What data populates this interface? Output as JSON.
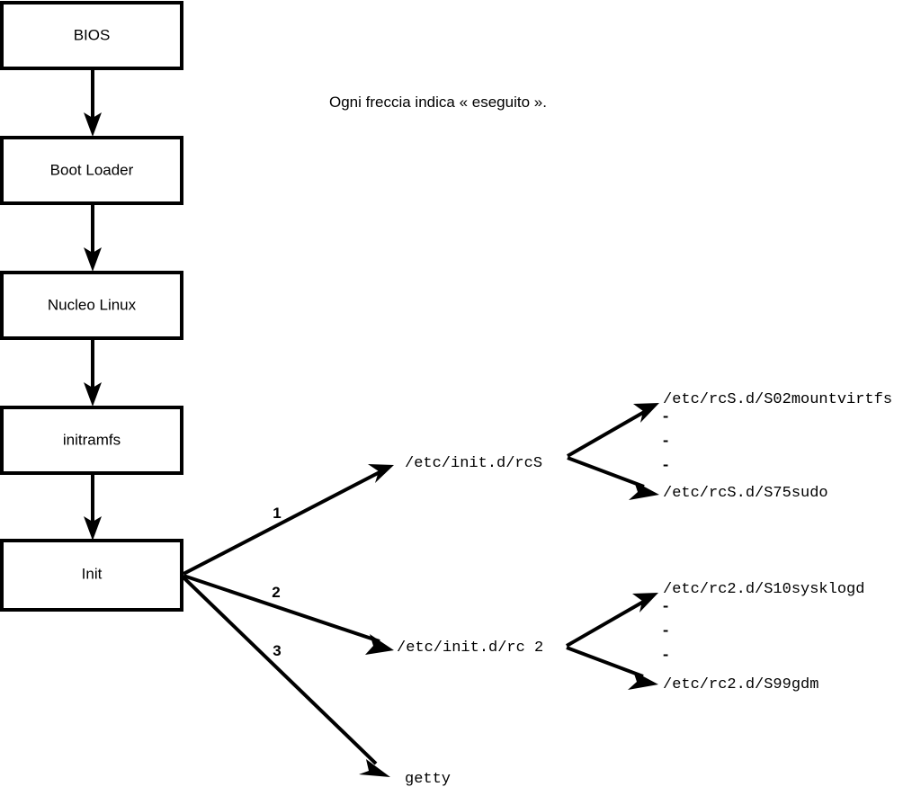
{
  "diagram": {
    "caption": "Ogni freccia indica « eseguito ».",
    "boot_chain": [
      {
        "label": "BIOS"
      },
      {
        "label": "Boot Loader"
      },
      {
        "label": "Nucleo Linux"
      },
      {
        "label": "initramfs"
      },
      {
        "label": "Init"
      }
    ],
    "init_branches": [
      {
        "number": "1",
        "label": "/etc/init.d/rcS"
      },
      {
        "number": "2",
        "label": "/etc/init.d/rc 2"
      },
      {
        "number": "3",
        "label": "getty"
      }
    ],
    "rcs_scripts": {
      "first": "/etc/rcS.d/S02mountvirtfs",
      "ellipsis": [
        "-",
        "-",
        "-"
      ],
      "last": "/etc/rcS.d/S75sudo"
    },
    "rc2_scripts": {
      "first": "/etc/rc2.d/S10sysklogd",
      "ellipsis": [
        "-",
        "-",
        "-"
      ],
      "last": "/etc/rc2.d/S99gdm"
    },
    "colors": {
      "background": "#ffffff",
      "stroke": "#000000",
      "box_fill": "#ffffff",
      "text": "#000000"
    }
  }
}
